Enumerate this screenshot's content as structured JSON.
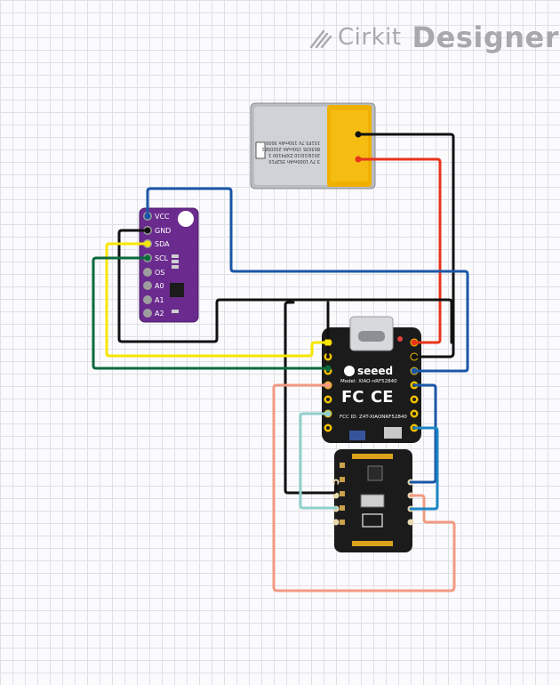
{
  "app": {
    "logo_cirkit": "Cirkit",
    "logo_designer": "Designer",
    "logo_icon": "pencil-circuit-icon"
  },
  "sensor_board": {
    "pins": [
      "VCC",
      "GND",
      "SDA",
      "SCL",
      "OS",
      "A0",
      "A1",
      "A2"
    ]
  },
  "xiao_board": {
    "brand": "seeed",
    "model": "Model: XIAO-nRF52840",
    "fcc_id": "FCC ID: Z4T-XIAONRF52840"
  },
  "battery": {
    "label_lines": [
      "3.7V 1000mAh 3S2P10",
      "2019/10/10 ZXP4100 1",
      "803035 150mAh 2020SE1",
      "1S1P3.7V 150mAh 3000"
    ]
  },
  "colors": {
    "wire_black": "#111111",
    "wire_red": "#e8341c",
    "wire_blue": "#1a56a8",
    "wire_yellow": "#f7e600",
    "wire_green": "#0b6a3c",
    "wire_salmon": "#f39a82",
    "wire_teal": "#8fd0cb",
    "wire_lightblue": "#1d86c6",
    "sensor_purple": "#6a2a8e",
    "board_black": "#1b1b1b"
  }
}
